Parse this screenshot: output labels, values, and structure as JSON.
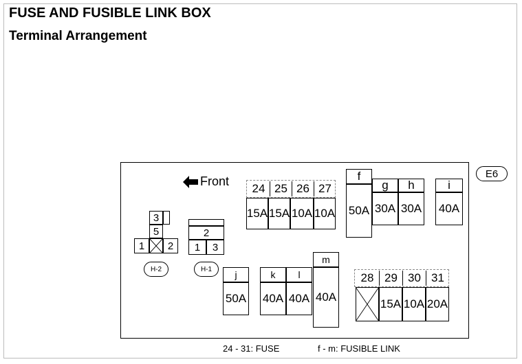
{
  "title": "FUSE AND FUSIBLE LINK BOX",
  "subtitle": "Terminal Arrangement",
  "connector_id": "E6",
  "front_label": "Front",
  "connector_h2": {
    "label": "H-2",
    "pins": [
      "3",
      "5",
      "1",
      "2"
    ]
  },
  "connector_h1": {
    "label": "H-1",
    "pins": [
      "2",
      "1",
      "3"
    ]
  },
  "fuses_top": {
    "numbers": [
      "24",
      "25",
      "26",
      "27"
    ],
    "ratings": [
      "15A",
      "15A",
      "10A",
      "10A"
    ]
  },
  "fuses_bottom": {
    "numbers": [
      "28",
      "29",
      "30",
      "31"
    ],
    "ratings": [
      "",
      "15A",
      "10A",
      "20A"
    ]
  },
  "links": {
    "f": {
      "label": "f",
      "rating": "50A"
    },
    "g": {
      "label": "g",
      "rating": "30A"
    },
    "h": {
      "label": "h",
      "rating": "30A"
    },
    "i": {
      "label": "i",
      "rating": "40A"
    },
    "j": {
      "label": "j",
      "rating": "50A"
    },
    "k": {
      "label": "k",
      "rating": "40A"
    },
    "l": {
      "label": "l",
      "rating": "40A"
    },
    "m": {
      "label": "m",
      "rating": "40A"
    }
  },
  "legend": {
    "fuse": "24 - 31: FUSE",
    "link": "f - m: FUSIBLE LINK"
  }
}
